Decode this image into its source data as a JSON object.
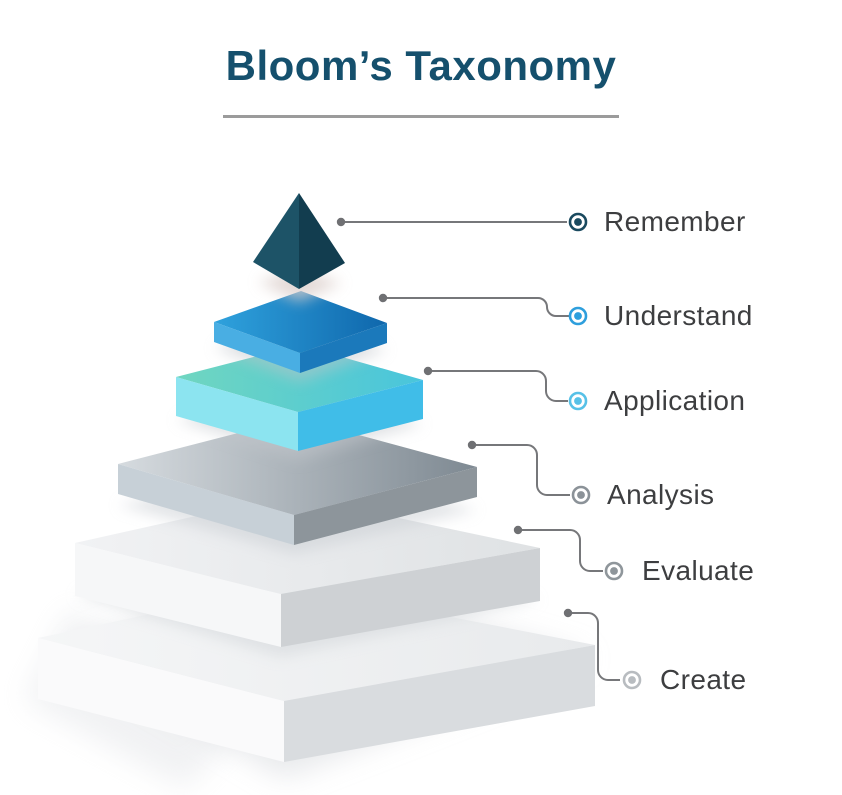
{
  "title": {
    "text": "Bloom’s Taxonomy",
    "color": "#15506d",
    "underline_color": "#9b9b9b"
  },
  "labels_color": "#3d3e40",
  "connector": {
    "line_color": "#76777a",
    "dot_color": "#6f7073"
  },
  "levels": [
    {
      "label": "Remember",
      "marker_color": "#1a4a5f",
      "face_left": "#1d5367",
      "face_right": "#123d4f"
    },
    {
      "label": "Understand",
      "marker_color": "#2e9fdd",
      "top_from": "#2fa2dd",
      "top_to": "#0f67ac",
      "face_left": "#49aee3",
      "face_right": "#1b79bb"
    },
    {
      "label": "Application",
      "marker_color": "#57c1e7",
      "top_from": "#70d6c0",
      "top_to": "#49c5dc",
      "face_left": "#8ce4f0",
      "face_right": "#40bde8"
    },
    {
      "label": "Analysis",
      "marker_color": "#8b9298",
      "top_from": "#d6dbdf",
      "top_to": "#7e8992",
      "face_left": "#c7d0d7",
      "face_right": "#8d959b"
    },
    {
      "label": "Evaluate",
      "marker_color": "#8f969b",
      "top_from": "#f1f2f4",
      "top_to": "#dfe2e4",
      "face_left": "#f6f7f8",
      "face_right": "#ced1d4"
    },
    {
      "label": "Create",
      "marker_color": "#b8bcc0",
      "top_from": "#f5f6f7",
      "top_to": "#e8eaec",
      "face_left": "#fafafb",
      "face_right": "#d9dcdf"
    }
  ]
}
